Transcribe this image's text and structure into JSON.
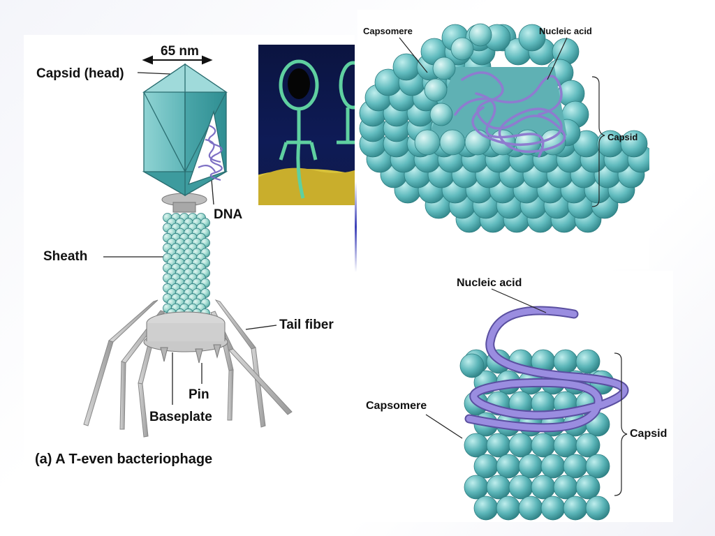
{
  "phage": {
    "dimension": "65 nm",
    "capsid_label": "Capsid (head)",
    "dna_label": "DNA",
    "sheath_label": "Sheath",
    "tail_fiber_label": "Tail fiber",
    "pin_label": "Pin",
    "baseplate_label": "Baseplate",
    "caption_letter": "(a)",
    "caption_text": "A T-even bacteriophage"
  },
  "polyhedral": {
    "capsomere_label": "Capsomere",
    "nucleic_acid_label": "Nucleic acid",
    "capsid_label": "Capsid"
  },
  "helical": {
    "nucleic_acid_label": "Nucleic acid",
    "capsomere_label": "Capsomere",
    "capsid_label": "Capsid"
  },
  "colors": {
    "teal": "#4fb3b5",
    "teal_dark": "#2c8c90",
    "nucleic_acid": "#8f7fcf",
    "micrograph_bg": "#0c1640",
    "micrograph_cell": "#d9c23a"
  }
}
